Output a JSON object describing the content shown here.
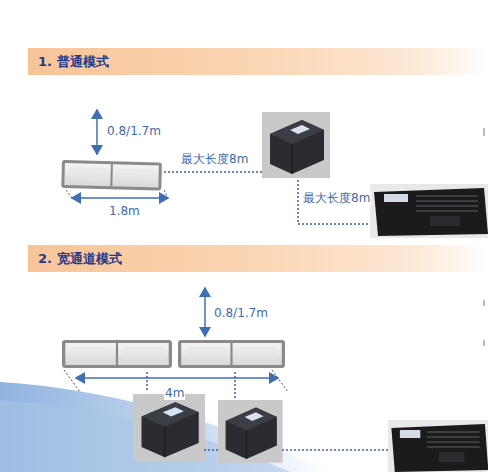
{
  "diagram": {
    "nodes": [
      {
        "text": [
          "1. 普通模式"
        ]
      },
      {
        "text": [
          "2. 宽通道模式"
        ]
      }
    ],
    "labels": [
      "0.8/1.7m",
      "1.8m",
      "最大长度8m",
      "最大长度8m",
      "0.8/1.7m",
      "4m"
    ]
  }
}
